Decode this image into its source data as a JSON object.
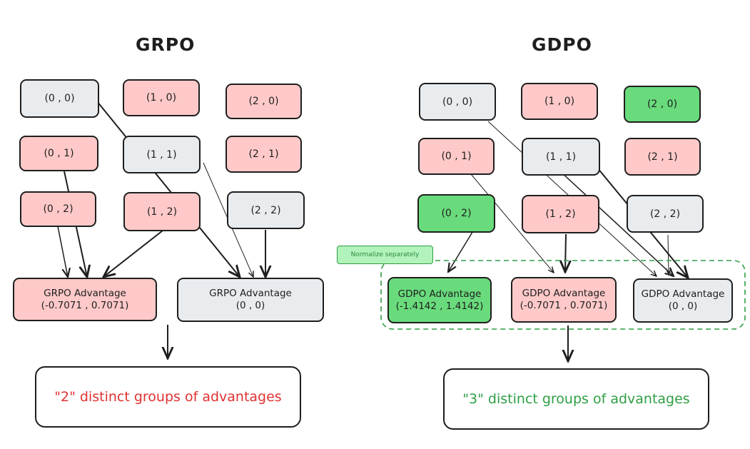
{
  "grpo": {
    "title": "GRPO",
    "cells": [
      "(0 , 0)",
      "(1 , 0)",
      "(2 , 0)",
      "(0 , 1)",
      "(1 , 1)",
      "(2 , 1)",
      "(0 , 2)",
      "(1 , 2)",
      "(2 , 2)"
    ],
    "cell_colors": [
      "gray",
      "pink",
      "pink",
      "pink",
      "gray",
      "pink",
      "pink",
      "pink",
      "gray"
    ],
    "adv_left": {
      "title": "GRPO Advantage",
      "value": "(-0.7071 , 0.7071)"
    },
    "adv_right": {
      "title": "GRPO Advantage",
      "value": "(0 , 0)"
    },
    "result": "\"2\" distinct groups of advantages",
    "result_color": "#e03131"
  },
  "gdpo": {
    "title": "GDPO",
    "cells": [
      "(0 , 0)",
      "(1 , 0)",
      "(2 , 0)",
      "(0 , 1)",
      "(1 , 1)",
      "(2 , 1)",
      "(0 , 2)",
      "(1 , 2)",
      "(2 , 2)"
    ],
    "cell_colors": [
      "gray",
      "pink",
      "green",
      "pink",
      "gray",
      "pink",
      "green",
      "pink",
      "gray"
    ],
    "normalize_label": "Normalize separately",
    "adv_left": {
      "title": "GDPO Advantage",
      "value": "(-1.4142 , 1.4142)"
    },
    "adv_mid": {
      "title": "GDPO Advantage",
      "value": "(-0.7071 , 0.7071)"
    },
    "adv_right": {
      "title": "GDPO Advantage",
      "value": "(0 , 0)"
    },
    "result": "\"3\" distinct groups of advantages",
    "result_color": "#2f9e44"
  },
  "colors": {
    "pink": "#ffc9c9",
    "gray": "#e9ecef",
    "green": "#69db7c",
    "stroke": "#1e1e1e",
    "dashed": "#2f9e44"
  }
}
